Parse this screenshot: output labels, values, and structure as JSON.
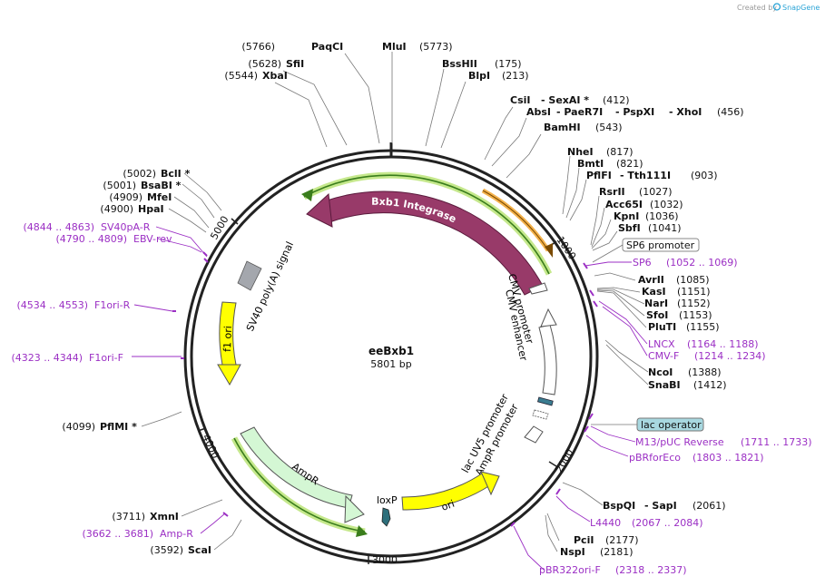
{
  "watermark": "Created by",
  "brand": "SnapGene",
  "plasmid": {
    "name": "eeBxb1",
    "size": "5801 bp"
  },
  "ticks": [
    "1000",
    "2000",
    "3000",
    "4000",
    "5000"
  ],
  "features": {
    "bxb1": "Bxb1 Integrase",
    "cmv_promoter": "CMV promoter",
    "cmv_enhancer": "CMV enhancer",
    "sv40": "SV40 poly(A) signal",
    "f1": "f1 ori",
    "ampr": "AmpR",
    "loxp": "loxP",
    "ori": "ori",
    "lacuv5": "lac UV5 promoter",
    "ampr_prom": "AmpR promoter"
  },
  "boxes": {
    "sp6": "SP6 promoter",
    "lac": "lac operator"
  },
  "sites": {
    "paqci": {
      "name": "PaqCI",
      "pos": "(5766)"
    },
    "mlui": {
      "name": "MluI",
      "pos": "(5773)"
    },
    "sfii": {
      "name": "SfiI",
      "pos": "(5628)"
    },
    "xbai": {
      "name": "XbaI",
      "pos": "(5544)"
    },
    "bsshii": {
      "name": "BssHII",
      "pos": "(175)"
    },
    "blpi": {
      "name": "BlpI",
      "pos": "(213)"
    },
    "csii": {
      "name": "CsiI",
      "pos": ""
    },
    "sexai": {
      "name": "- SexAI *",
      "pos": "(412)"
    },
    "absi": {
      "name": "AbsI",
      "pos": ""
    },
    "paer7i": {
      "name": "- PaeR7I",
      "pos": ""
    },
    "pspxi": {
      "name": "- PspXI",
      "pos": ""
    },
    "xhoi": {
      "name": "- XhoI",
      "pos": "(456)"
    },
    "bamhi": {
      "name": "BamHI",
      "pos": "(543)"
    },
    "nhei": {
      "name": "NheI",
      "pos": "(817)"
    },
    "bmti": {
      "name": "BmtI",
      "pos": "(821)"
    },
    "pflfi": {
      "name": "PflFI",
      "pos": ""
    },
    "tth111i": {
      "name": "- Tth111I",
      "pos": "(903)"
    },
    "rsrii": {
      "name": "RsrII",
      "pos": "(1027)"
    },
    "acc65i": {
      "name": "Acc65I",
      "pos": "(1032)"
    },
    "kpni": {
      "name": "KpnI",
      "pos": "(1036)"
    },
    "sbfi": {
      "name": "SbfI",
      "pos": "(1041)"
    },
    "avrii": {
      "name": "AvrII",
      "pos": "(1085)"
    },
    "kasi": {
      "name": "KasI",
      "pos": "(1151)"
    },
    "nari": {
      "name": "NarI",
      "pos": "(1152)"
    },
    "sfoi": {
      "name": "SfoI",
      "pos": "(1153)"
    },
    "pluti": {
      "name": "PluTI",
      "pos": "(1155)"
    },
    "ncoi": {
      "name": "NcoI",
      "pos": "(1388)"
    },
    "snabi": {
      "name": "SnaBI",
      "pos": "(1412)"
    },
    "bspqi": {
      "name": "BspQI",
      "pos": ""
    },
    "sapi": {
      "name": "- SapI",
      "pos": "(2061)"
    },
    "pcii": {
      "name": "PciI",
      "pos": "(2177)"
    },
    "nspi": {
      "name": "NspI",
      "pos": "(2181)"
    },
    "scai": {
      "name": "ScaI",
      "pos": "(3592)"
    },
    "xmni": {
      "name": "XmnI",
      "pos": "(3711)"
    },
    "pflmi": {
      "name": "PflMI *",
      "pos": "(4099)"
    },
    "hpai": {
      "name": "HpaI",
      "pos": "(4900)"
    },
    "mfei": {
      "name": "MfeI",
      "pos": "(4909)"
    },
    "bsabi": {
      "name": "BsaBI *",
      "pos": "(5001)"
    },
    "bcli": {
      "name": "BclI *",
      "pos": "(5002)"
    }
  },
  "primers": {
    "sp6": {
      "name": "SP6",
      "pos": "(1052 .. 1069)"
    },
    "lncx": {
      "name": "LNCX",
      "pos": "(1164 .. 1188)"
    },
    "cmvf": {
      "name": "CMV-F",
      "pos": "(1214 .. 1234)"
    },
    "m13": {
      "name": "M13/pUC Reverse",
      "pos": "(1711 .. 1733)"
    },
    "pbrfor": {
      "name": "pBRforEco",
      "pos": "(1803 .. 1821)"
    },
    "l4440": {
      "name": "L4440",
      "pos": "(2067 .. 2084)"
    },
    "pbr322": {
      "name": "pBR322ori-F",
      "pos": "(2318 .. 2337)"
    },
    "ampr_p": {
      "name": "Amp-R",
      "pos": "(3662 .. 3681)"
    },
    "f1orif": {
      "name": "F1ori-F",
      "pos": "(4323 .. 4344)"
    },
    "f1orir": {
      "name": "F1ori-R",
      "pos": "(4534 .. 4553)"
    },
    "ebvrev": {
      "name": "EBV-rev",
      "pos": "(4790 .. 4809)"
    },
    "sv40pa": {
      "name": "SV40pA-R",
      "pos": "(4844 .. 4863)"
    }
  }
}
